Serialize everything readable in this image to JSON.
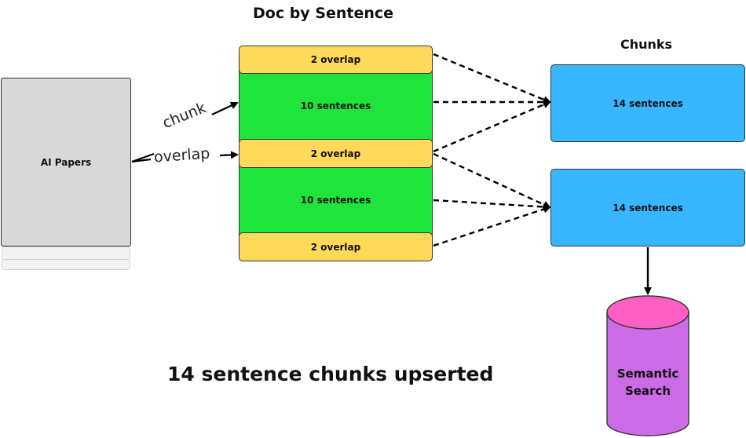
{
  "titles": {
    "doc": "Doc by Sentence",
    "chunks": "Chunks"
  },
  "source": {
    "label": "AI Papers"
  },
  "edge_labels": {
    "chunk": "chunk",
    "overlap": "overlap"
  },
  "doc_segments": [
    {
      "label": "2 overlap",
      "kind": "overlap"
    },
    {
      "label": "10 sentences",
      "kind": "sentences"
    },
    {
      "label": "2 overlap",
      "kind": "overlap"
    },
    {
      "label": "10 sentences",
      "kind": "sentences"
    },
    {
      "label": "2 overlap",
      "kind": "overlap"
    }
  ],
  "chunks": [
    {
      "label": "14 sentences"
    },
    {
      "label": "14 sentences"
    }
  ],
  "database": {
    "label_line1": "Semantic",
    "label_line2": "Search"
  },
  "summary": "14 sentence chunks upserted",
  "colors": {
    "overlap": "#ffd95a",
    "sentences": "#1fe43c",
    "chunk": "#38b6ff",
    "db_top": "#ff5ec4",
    "db_body": "#cb6ce6",
    "paper": "#d9d9d9"
  }
}
